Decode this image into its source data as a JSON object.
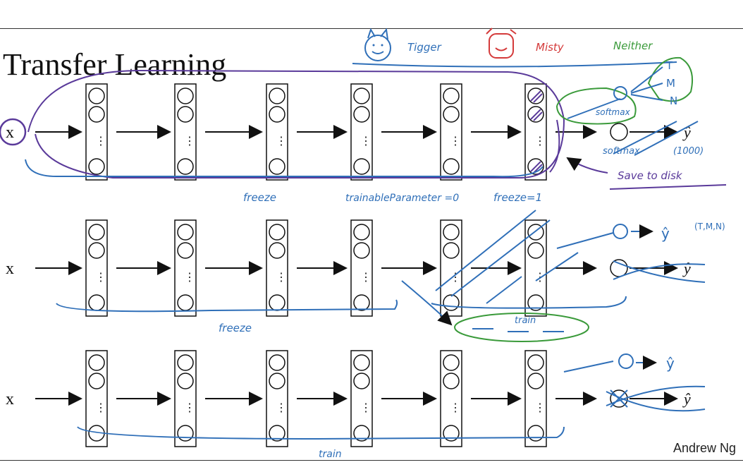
{
  "slide": {
    "title": "Transfer Learning",
    "footer": "Andrew Ng"
  },
  "input_label": "x",
  "output_label": "ŷ",
  "rows": [
    {
      "name": "row-1",
      "layers": 6,
      "output_crossed": false
    },
    {
      "name": "row-2",
      "layers": 6,
      "output_crossed": false
    },
    {
      "name": "row-3",
      "layers": 6,
      "output_crossed": true
    }
  ],
  "annotations": {
    "classes_header": [
      "Tigger",
      "Misty",
      "Neither"
    ],
    "softmax_top": "softmax",
    "softmax_mid": "softmax",
    "thousand": "(1000)",
    "save": "Save to disk",
    "tmn": [
      "T",
      "M",
      "N"
    ],
    "row1_under": [
      "freeze",
      "trainableParameter =0",
      "freeze=1"
    ],
    "row2_yhat_note": "(T,M,N)",
    "row2_under": "freeze",
    "train_small": "train",
    "row3_under": "train"
  },
  "colors": {
    "blue": "#2f6fb8",
    "purple": "#5a3a9a",
    "green": "#3a9a3a",
    "red": "#d43a3a",
    "ink": "#111111"
  }
}
